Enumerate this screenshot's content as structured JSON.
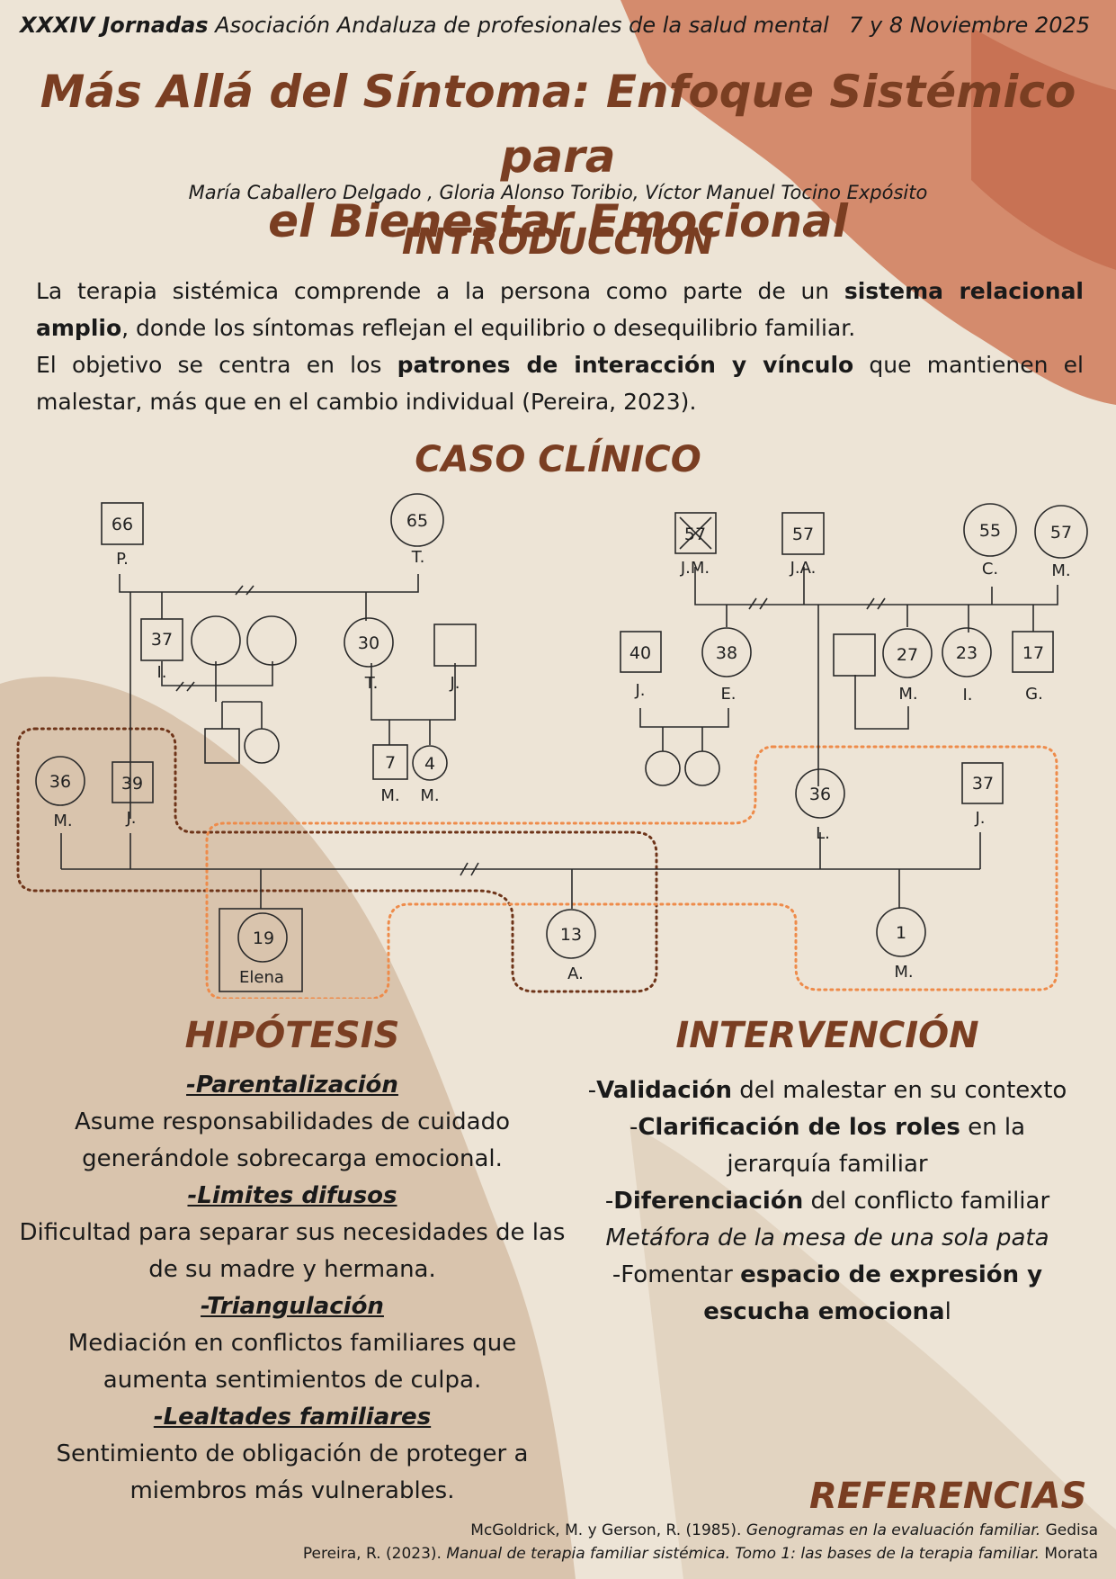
{
  "header": {
    "conference_bold": "XXXIV Jornadas",
    "conference_rest": " Asociación Andaluza de profesionales de la salud mental",
    "date": "7 y 8 Noviembre 2025"
  },
  "title_line1": "Más Allá del Síntoma: Enfoque Sistémico para",
  "title_line2": "el Bienestar Emocional",
  "authors": "María Caballero Delgado , Gloria Alonso Toribio, Víctor Manuel Tocino Expósito",
  "introduccion": {
    "heading": "INTRODUCCIÓN",
    "p1_a": "La terapia sistémica comprende a la persona como parte de un ",
    "p1_b": "sistema relacional amplio",
    "p1_c": ", donde los síntomas reflejan el equilibrio o desequilibrio familiar.",
    "p2_a": "El objetivo se centra en los ",
    "p2_b": "patrones de interacción y vínculo",
    "p2_c": " que mantienen el malestar, más que en el cambio individual (Pereira, 2023)."
  },
  "caso": {
    "heading": "CASO CLÍNICO",
    "genogram": {
      "n66": "66",
      "l66": "P.",
      "n65": "65",
      "l65": "T.",
      "n37i": "37",
      "l37i": "I.",
      "n30": "30",
      "l30": "T.",
      "lJ2": "J.",
      "n7": "7",
      "l7": "M.",
      "n4": "4",
      "l4": "M.",
      "n36m": "36",
      "l36m": "M.",
      "n39": "39",
      "l39": "J.",
      "n57jm": "57",
      "l57jm": "J.M.",
      "n57ja": "57",
      "l57ja": "J.A.",
      "n55": "55",
      "l55": "C.",
      "n57m": "57",
      "l57m": "M.",
      "n40": "40",
      "l40": "J.",
      "n38": "38",
      "l38": "E.",
      "n27": "27",
      "l27": "M.",
      "n23": "23",
      "l23": "I.",
      "n17": "17",
      "l17": "G.",
      "n36l": "36",
      "l36l": "L.",
      "n37j": "37",
      "l37j": "J.",
      "n19": "19",
      "l19": "Elena",
      "n13": "13",
      "l13": "A.",
      "n1": "1",
      "l1": "M."
    }
  },
  "hipotesis": {
    "heading": "HIPÓTESIS",
    "items": [
      {
        "title": "-Parentalización",
        "text": "Asume responsabilidades de cuidado generándole sobrecarga emocional."
      },
      {
        "title": "-Limites difusos",
        "text": "Dificultad para separar sus necesidades de las de su madre y hermana."
      },
      {
        "title": "-Triangulación",
        "text": "Mediación en conflictos familiares que aumenta sentimientos de culpa."
      },
      {
        "title": "-Lealtades familiares",
        "text": "Sentimiento de obligación de proteger a miembros más vulnerables."
      }
    ]
  },
  "intervencion": {
    "heading": "INTERVENCIÓN",
    "i1_pre": "-",
    "i1_b": "Validación",
    "i1_post": " del malestar en su contexto",
    "i2_pre": "-",
    "i2_b": "Clarificación de los roles",
    "i2_post": " en la jerarquía familiar",
    "i3_pre": "-",
    "i3_b": "Diferenciación",
    "i3_post": " del conflicto familiar",
    "i3_italic": "Metáfora de la mesa de una sola pata",
    "i4_pre": "-Fomentar ",
    "i4_b": "espacio de expresión y escucha emociona",
    "i4_post": "l"
  },
  "referencias": {
    "heading": "REFERENCIAS",
    "r1_a": "McGoldrick, M. y Gerson, R.  (1985). ",
    "r1_i": "Genogramas en la evaluación familiar.",
    "r1_b": " Gedisa",
    "r2_a": "Pereira, R. (2023). ",
    "r2_i": "Manual de terapia familiar sistémica. Tomo 1: las bases de la terapia familiar.",
    "r2_b": " Morata"
  }
}
